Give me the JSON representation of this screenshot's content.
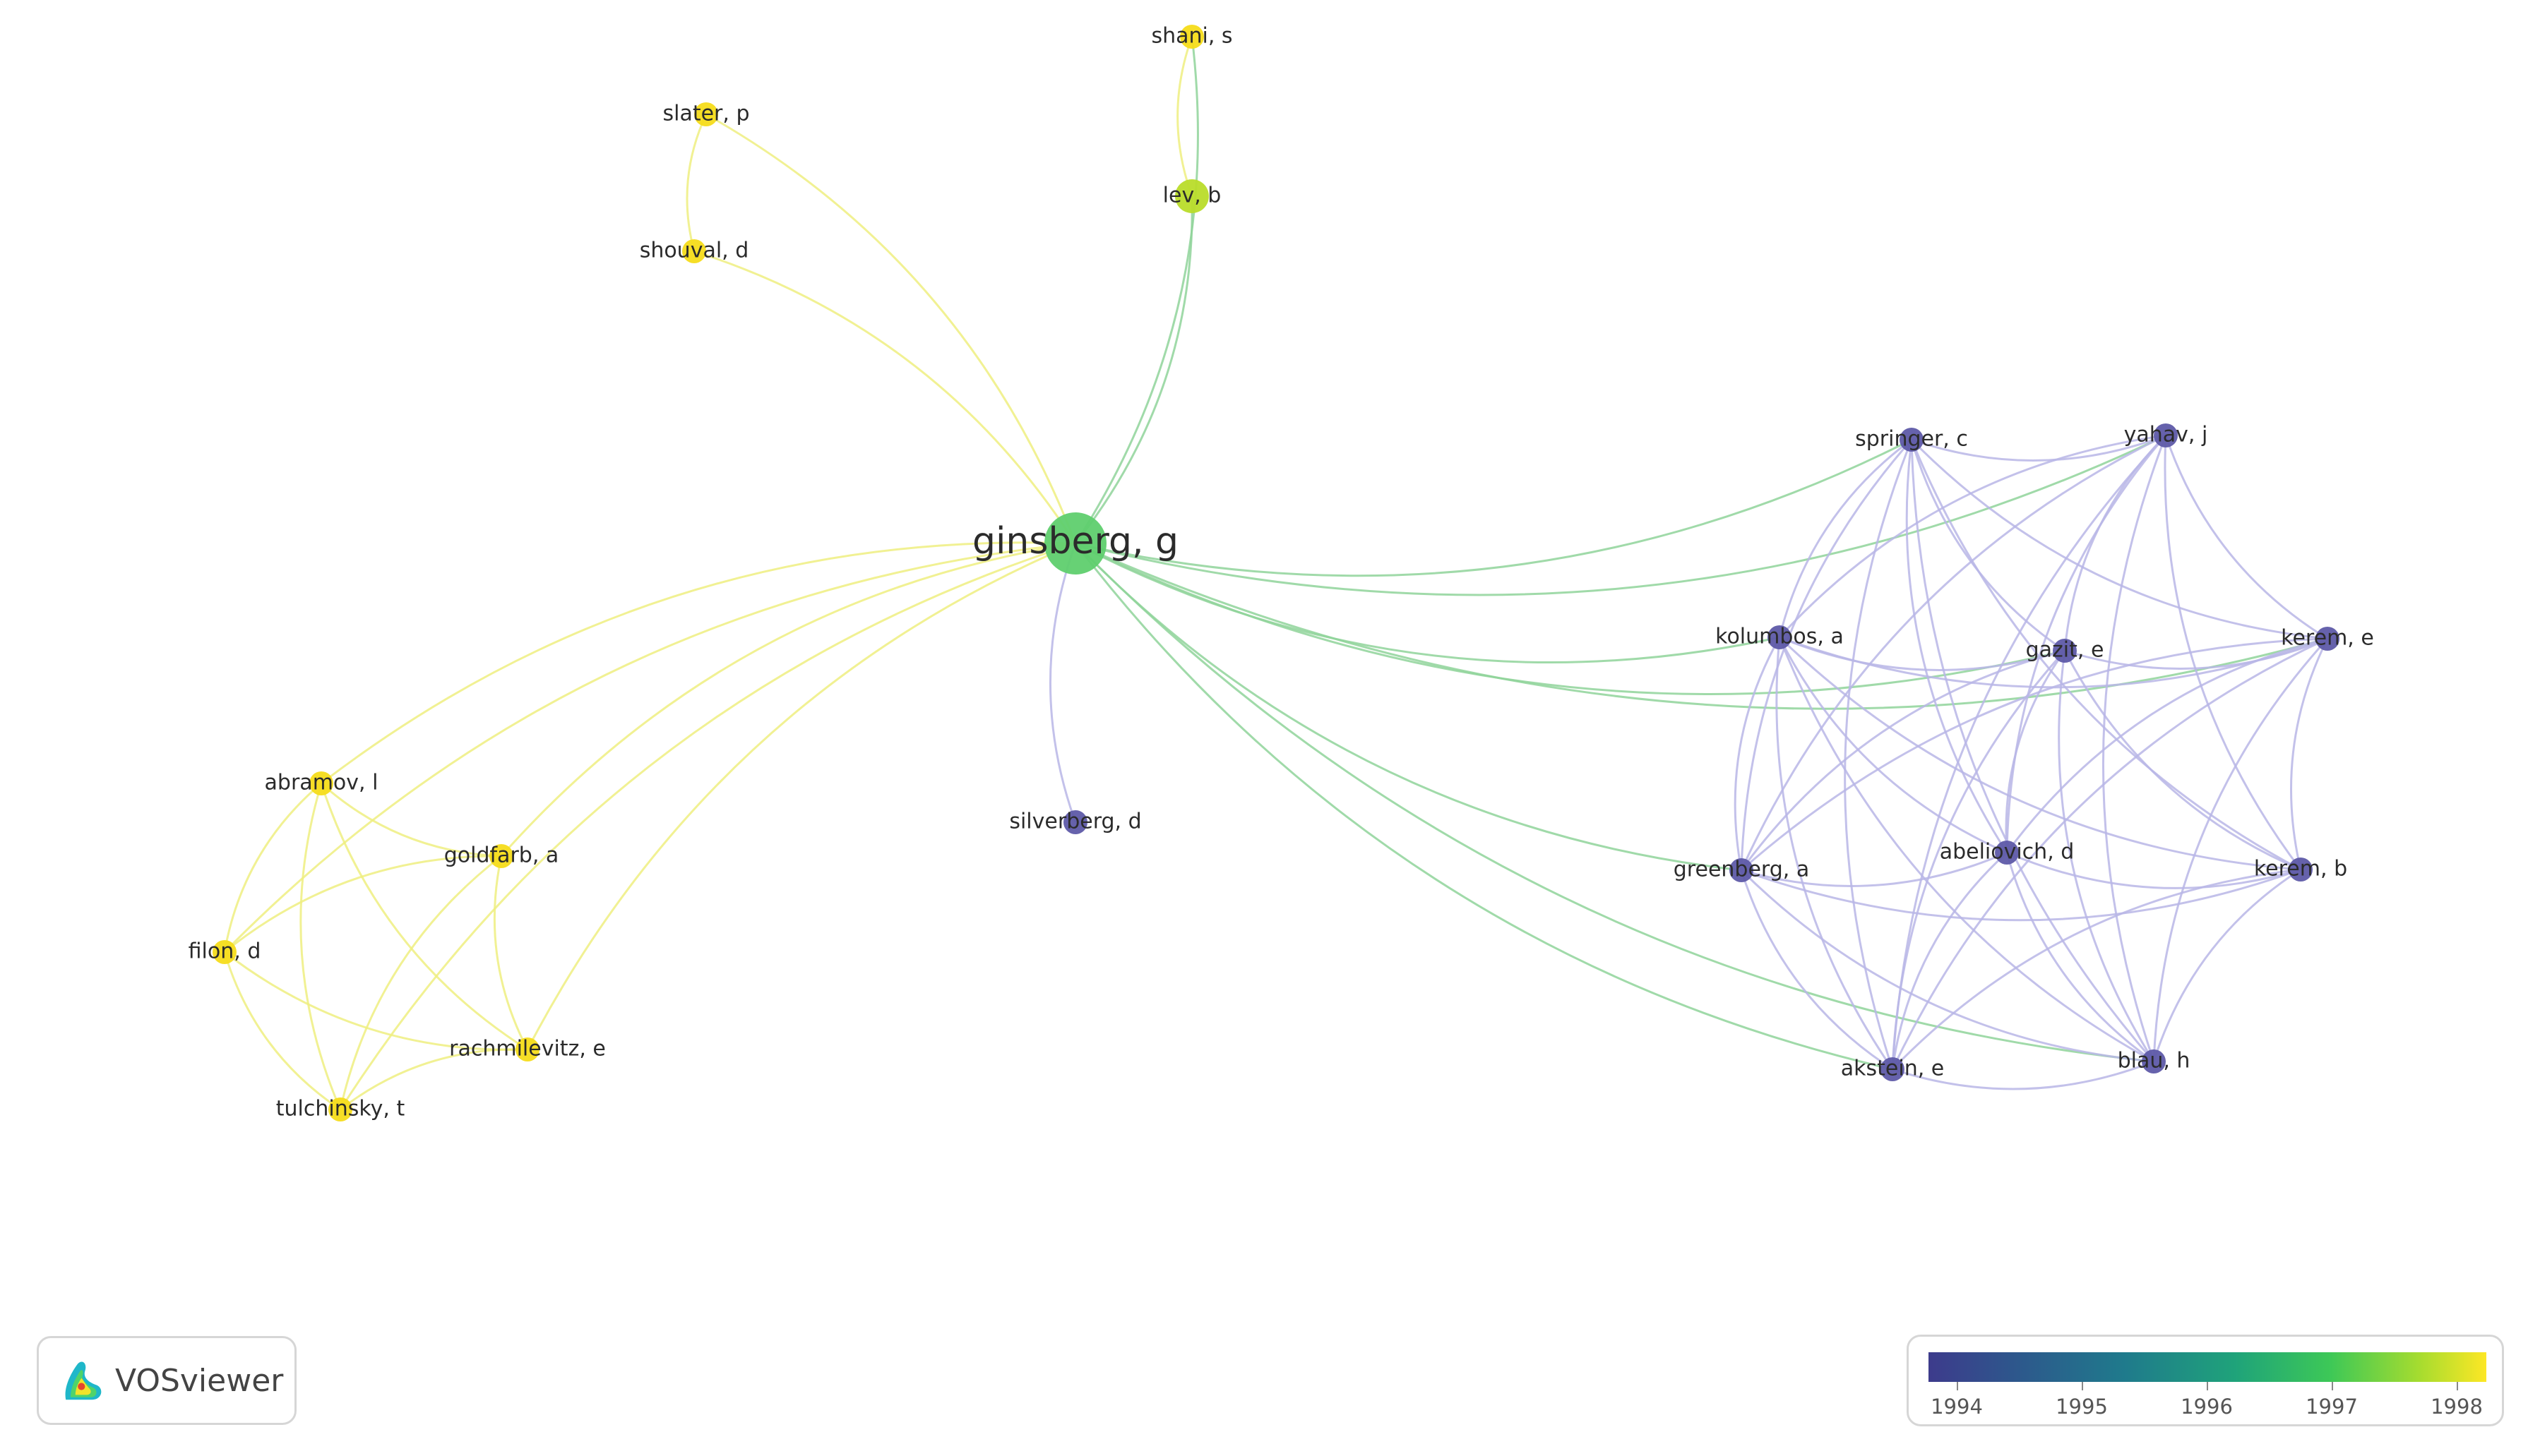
{
  "colors": {
    "yellow_node": "#f5dc1a",
    "lime_node": "#b9dc2a",
    "green_node": "#5fcf6e",
    "purple_node": "#5e5aa8",
    "yellow_edge": "#eeee80",
    "green_edge": "#8fd39a",
    "purple_edge": "#b9b6e6",
    "label": "#2b2b2b"
  },
  "nodes": [
    {
      "id": "ginsberg",
      "label": "ginsberg, g",
      "color": "green_node",
      "size": "big"
    },
    {
      "id": "shani",
      "label": "shani, s",
      "color": "yellow_node",
      "size": "small"
    },
    {
      "id": "lev",
      "label": "lev, b",
      "color": "lime_node",
      "size": "medium"
    },
    {
      "id": "slater",
      "label": "slater, p",
      "color": "yellow_node",
      "size": "small"
    },
    {
      "id": "shouval",
      "label": "shouval, d",
      "color": "yellow_node",
      "size": "small"
    },
    {
      "id": "silverberg",
      "label": "silverberg, d",
      "color": "purple_node",
      "size": "small"
    },
    {
      "id": "abramov",
      "label": "abramov, l",
      "color": "yellow_node",
      "size": "small"
    },
    {
      "id": "goldfarb",
      "label": "goldfarb, a",
      "color": "yellow_node",
      "size": "small"
    },
    {
      "id": "filon",
      "label": "filon, d",
      "color": "yellow_node",
      "size": "small"
    },
    {
      "id": "rachmilevitz",
      "label": "rachmilevitz, e",
      "color": "yellow_node",
      "size": "small"
    },
    {
      "id": "tulchinsky",
      "label": "tulchinsky, t",
      "color": "yellow_node",
      "size": "small"
    },
    {
      "id": "springer",
      "label": "springer, c",
      "color": "purple_node",
      "size": "small"
    },
    {
      "id": "yahav",
      "label": "yahav, j",
      "color": "purple_node",
      "size": "small"
    },
    {
      "id": "kolumbos",
      "label": "kolumbos, a",
      "color": "purple_node",
      "size": "small"
    },
    {
      "id": "gazit",
      "label": "gazit, e",
      "color": "purple_node",
      "size": "small"
    },
    {
      "id": "kerem_e",
      "label": "kerem, e",
      "color": "purple_node",
      "size": "small"
    },
    {
      "id": "greenberg",
      "label": "greenberg, a",
      "color": "purple_node",
      "size": "small"
    },
    {
      "id": "abeliovich",
      "label": "abeliovich, d",
      "color": "purple_node",
      "size": "small"
    },
    {
      "id": "kerem_b",
      "label": "kerem, b",
      "color": "purple_node",
      "size": "small"
    },
    {
      "id": "akstein",
      "label": "akstein, e",
      "color": "purple_node",
      "size": "small"
    },
    {
      "id": "blau",
      "label": "blau, h",
      "color": "purple_node",
      "size": "small"
    }
  ],
  "edges": [
    [
      "ginsberg",
      "shani",
      "green_edge"
    ],
    [
      "ginsberg",
      "lev",
      "green_edge"
    ],
    [
      "ginsberg",
      "slater",
      "yellow_edge"
    ],
    [
      "ginsberg",
      "shouval",
      "yellow_edge"
    ],
    [
      "shani",
      "lev",
      "yellow_edge"
    ],
    [
      "slater",
      "shouval",
      "yellow_edge"
    ],
    [
      "ginsberg",
      "silverberg",
      "purple_edge"
    ],
    [
      "ginsberg",
      "abramov",
      "yellow_edge"
    ],
    [
      "ginsberg",
      "goldfarb",
      "yellow_edge"
    ],
    [
      "ginsberg",
      "filon",
      "yellow_edge"
    ],
    [
      "ginsberg",
      "rachmilevitz",
      "yellow_edge"
    ],
    [
      "ginsberg",
      "tulchinsky",
      "yellow_edge"
    ],
    [
      "abramov",
      "goldfarb",
      "yellow_edge"
    ],
    [
      "abramov",
      "filon",
      "yellow_edge"
    ],
    [
      "abramov",
      "rachmilevitz",
      "yellow_edge"
    ],
    [
      "abramov",
      "tulchinsky",
      "yellow_edge"
    ],
    [
      "goldfarb",
      "filon",
      "yellow_edge"
    ],
    [
      "goldfarb",
      "rachmilevitz",
      "yellow_edge"
    ],
    [
      "goldfarb",
      "tulchinsky",
      "yellow_edge"
    ],
    [
      "filon",
      "rachmilevitz",
      "yellow_edge"
    ],
    [
      "filon",
      "tulchinsky",
      "yellow_edge"
    ],
    [
      "rachmilevitz",
      "tulchinsky",
      "yellow_edge"
    ],
    [
      "ginsberg",
      "springer",
      "green_edge"
    ],
    [
      "ginsberg",
      "yahav",
      "green_edge"
    ],
    [
      "ginsberg",
      "kolumbos",
      "green_edge"
    ],
    [
      "ginsberg",
      "gazit",
      "green_edge"
    ],
    [
      "ginsberg",
      "kerem_e",
      "green_edge"
    ],
    [
      "ginsberg",
      "greenberg",
      "green_edge"
    ],
    [
      "ginsberg",
      "akstein",
      "green_edge"
    ],
    [
      "ginsberg",
      "blau",
      "green_edge"
    ],
    [
      "springer",
      "yahav",
      "purple_edge"
    ],
    [
      "springer",
      "kolumbos",
      "purple_edge"
    ],
    [
      "springer",
      "gazit",
      "purple_edge"
    ],
    [
      "springer",
      "kerem_e",
      "purple_edge"
    ],
    [
      "springer",
      "greenberg",
      "purple_edge"
    ],
    [
      "springer",
      "abeliovich",
      "purple_edge"
    ],
    [
      "springer",
      "kerem_b",
      "purple_edge"
    ],
    [
      "springer",
      "akstein",
      "purple_edge"
    ],
    [
      "springer",
      "blau",
      "purple_edge"
    ],
    [
      "yahav",
      "kolumbos",
      "purple_edge"
    ],
    [
      "yahav",
      "gazit",
      "purple_edge"
    ],
    [
      "yahav",
      "kerem_e",
      "purple_edge"
    ],
    [
      "yahav",
      "greenberg",
      "purple_edge"
    ],
    [
      "yahav",
      "abeliovich",
      "purple_edge"
    ],
    [
      "yahav",
      "kerem_b",
      "purple_edge"
    ],
    [
      "yahav",
      "akstein",
      "purple_edge"
    ],
    [
      "yahav",
      "blau",
      "purple_edge"
    ],
    [
      "kolumbos",
      "gazit",
      "purple_edge"
    ],
    [
      "kolumbos",
      "kerem_e",
      "purple_edge"
    ],
    [
      "kolumbos",
      "greenberg",
      "purple_edge"
    ],
    [
      "kolumbos",
      "abeliovich",
      "purple_edge"
    ],
    [
      "kolumbos",
      "kerem_b",
      "purple_edge"
    ],
    [
      "kolumbos",
      "akstein",
      "purple_edge"
    ],
    [
      "kolumbos",
      "blau",
      "purple_edge"
    ],
    [
      "gazit",
      "kerem_e",
      "purple_edge"
    ],
    [
      "gazit",
      "greenberg",
      "purple_edge"
    ],
    [
      "gazit",
      "abeliovich",
      "purple_edge"
    ],
    [
      "gazit",
      "kerem_b",
      "purple_edge"
    ],
    [
      "gazit",
      "akstein",
      "purple_edge"
    ],
    [
      "gazit",
      "blau",
      "purple_edge"
    ],
    [
      "kerem_e",
      "greenberg",
      "purple_edge"
    ],
    [
      "kerem_e",
      "abeliovich",
      "purple_edge"
    ],
    [
      "kerem_e",
      "kerem_b",
      "purple_edge"
    ],
    [
      "kerem_e",
      "akstein",
      "purple_edge"
    ],
    [
      "kerem_e",
      "blau",
      "purple_edge"
    ],
    [
      "greenberg",
      "abeliovich",
      "purple_edge"
    ],
    [
      "greenberg",
      "kerem_b",
      "purple_edge"
    ],
    [
      "greenberg",
      "akstein",
      "purple_edge"
    ],
    [
      "greenberg",
      "blau",
      "purple_edge"
    ],
    [
      "abeliovich",
      "kerem_b",
      "purple_edge"
    ],
    [
      "abeliovich",
      "akstein",
      "purple_edge"
    ],
    [
      "abeliovich",
      "blau",
      "purple_edge"
    ],
    [
      "kerem_b",
      "akstein",
      "purple_edge"
    ],
    [
      "kerem_b",
      "blau",
      "purple_edge"
    ],
    [
      "akstein",
      "blau",
      "purple_edge"
    ]
  ],
  "logo": {
    "text": "VOSviewer"
  },
  "legend": {
    "ticks": [
      "1994",
      "1995",
      "1996",
      "1997",
      "1998"
    ]
  }
}
